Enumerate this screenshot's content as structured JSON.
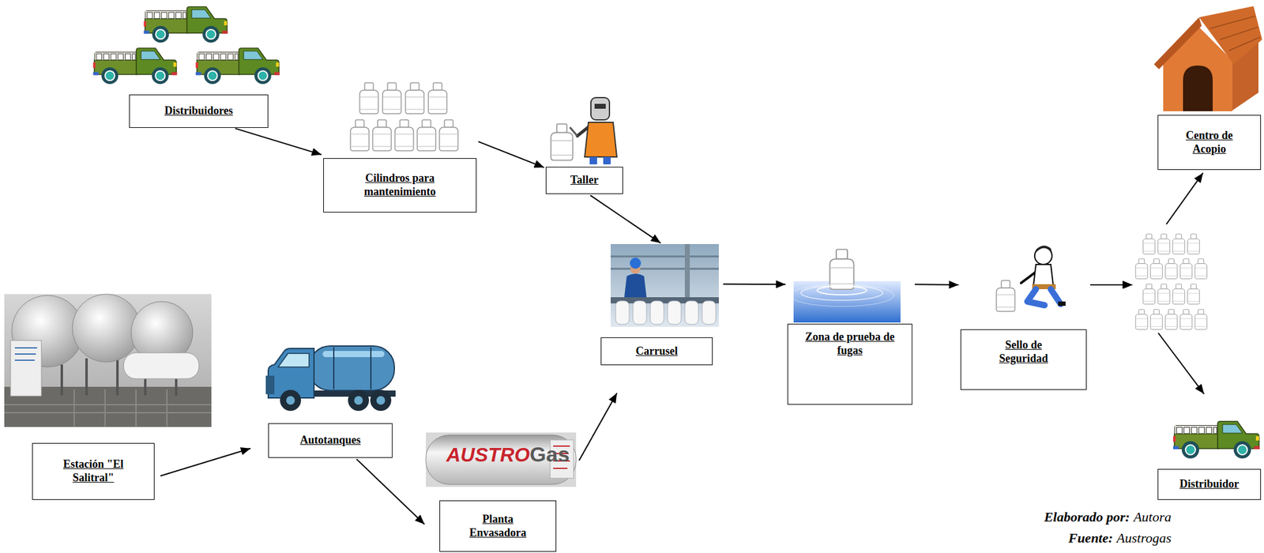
{
  "diagram": {
    "nodes": [
      {
        "text": [
          "Distribuidores"
        ]
      },
      {
        "text": [
          "Cilindros para mantenimiento"
        ]
      },
      {
        "text": [
          "Taller"
        ]
      },
      {
        "text": [
          "Centro de Acopio"
        ]
      },
      {
        "text": [
          "Carrusel"
        ]
      },
      {
        "text": [
          "Zona de prueba de fugas"
        ]
      },
      {
        "text": [
          "Sello de Seguridad"
        ]
      },
      {
        "text": [
          "Estación \"El Salitral\""
        ]
      },
      {
        "text": [
          "Autotanques"
        ]
      },
      {
        "text": [
          "Planta Envasadora"
        ]
      },
      {
        "text": [
          "Distribuidor"
        ]
      }
    ],
    "edges": [
      {
        "from": 0,
        "to": 1,
        "arrow": "to"
      },
      {
        "from": 1,
        "to": 2,
        "arrow": "to"
      },
      {
        "from": 2,
        "to": 4,
        "arrow": "to"
      },
      {
        "from": 4,
        "to": 5,
        "arrow": "to"
      },
      {
        "from": 5,
        "to": 6,
        "arrow": "to"
      },
      {
        "from": 6,
        "to": 3,
        "arrow": "to"
      },
      {
        "from": 6,
        "to": 10,
        "arrow": "to"
      },
      {
        "from": 7,
        "to": 8,
        "arrow": "to"
      },
      {
        "from": 8,
        "to": 9,
        "arrow": "to"
      },
      {
        "from": 9,
        "to": 4,
        "arrow": "to"
      }
    ],
    "labels": [
      "AUSTRO",
      "Gas",
      "Elaborado por:",
      "Autora",
      "Fuente:",
      "Austrogas"
    ]
  }
}
